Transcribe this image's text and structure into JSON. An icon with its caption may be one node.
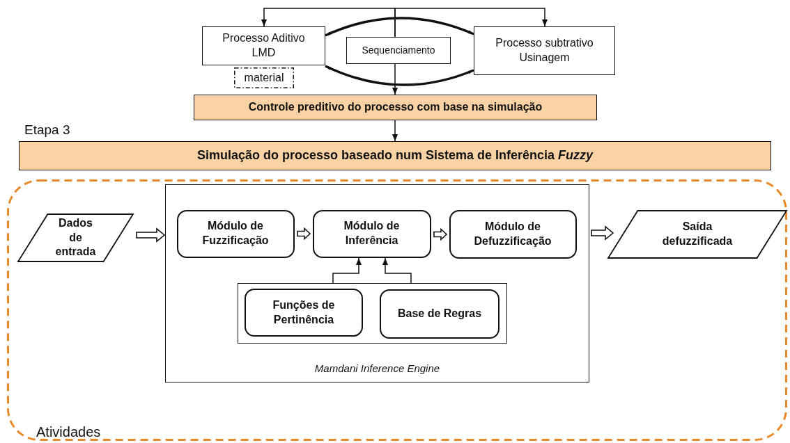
{
  "diagram": {
    "nodes": [
      {
        "text": [
          "Processo Aditivo LMD"
        ]
      },
      {
        "text": [
          "material"
        ]
      },
      {
        "text": [
          "Sequenciamento"
        ]
      },
      {
        "text": [
          "Processo subtrativo Usinagem"
        ]
      },
      {
        "text": [
          "Controle preditivo do processo com base na simulação"
        ]
      },
      {
        "text": [
          "Simulação do processo baseado num Sistema de Inferência *Fuzzy*"
        ],
        "beside": [
          "Etapa 3"
        ]
      },
      {
        "text": [
          "Atividades"
        ]
      },
      {
        "text": [
          "Dados de entrada"
        ],
        "in": 6
      },
      {
        "text": [
          "Mamdani Inference Engine"
        ],
        "in": 6
      },
      {
        "text": [
          "Módulo de Fuzzificação"
        ],
        "in": 8
      },
      {
        "text": [
          "Módulo de Inferência"
        ],
        "in": 8
      },
      {
        "text": [
          "Módulo de Defuzzificação"
        ],
        "in": 8
      },
      {
        "text": [],
        "shape": "box",
        "in": 8
      },
      {
        "text": [
          "Funções de Pertinência"
        ],
        "in": 12
      },
      {
        "text": [
          "Base de Regras"
        ],
        "in": 12
      },
      {
        "text": [
          "Saída defuzzificada"
        ],
        "in": 6
      }
    ],
    "edges": [
      {
        "from": 2,
        "to": 0,
        "arrow": "to"
      },
      {
        "from": 2,
        "to": 3,
        "arrow": "to"
      },
      {
        "from": 2,
        "to": 4,
        "arrow": "to"
      },
      {
        "from": 0,
        "to": 3,
        "arrow": "both",
        "style": "thick"
      },
      {
        "from": 0,
        "to": 3,
        "arrow": "both",
        "style": "thick"
      },
      {
        "from": 4,
        "to": 5,
        "arrow": "to"
      },
      {
        "from": 7,
        "to": 8,
        "arrow": "to"
      },
      {
        "from": 9,
        "to": 10,
        "arrow": "to"
      },
      {
        "from": 10,
        "to": 11,
        "arrow": "to"
      },
      {
        "from": 8,
        "to": 15,
        "arrow": "to"
      },
      {
        "from": 13,
        "to": 10,
        "arrow": "to"
      },
      {
        "from": 14,
        "to": 10,
        "arrow": "to"
      }
    ]
  }
}
